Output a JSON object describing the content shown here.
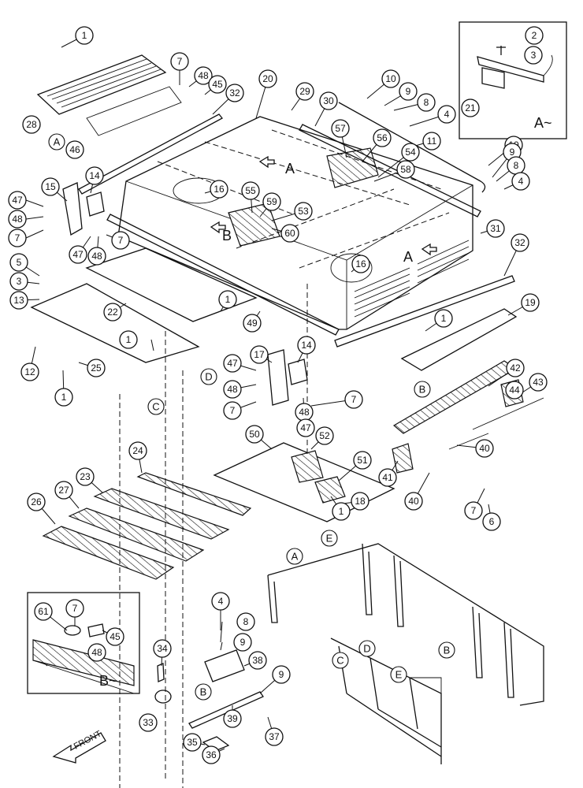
{
  "callouts": [
    {
      "id": "c1a",
      "label": "1"
    },
    {
      "id": "c7a",
      "label": "7"
    },
    {
      "id": "c48a",
      "label": "48"
    },
    {
      "id": "c45a",
      "label": "45"
    },
    {
      "id": "c32a",
      "label": "32"
    },
    {
      "id": "c28",
      "label": "28"
    },
    {
      "id": "c46",
      "label": "46"
    },
    {
      "id": "c20",
      "label": "20"
    },
    {
      "id": "c29",
      "label": "29"
    },
    {
      "id": "c30",
      "label": "30"
    },
    {
      "id": "c10a",
      "label": "10"
    },
    {
      "id": "c9a",
      "label": "9"
    },
    {
      "id": "c8a",
      "label": "8"
    },
    {
      "id": "c4a",
      "label": "4"
    },
    {
      "id": "c2",
      "label": "2"
    },
    {
      "id": "c3a",
      "label": "3"
    },
    {
      "id": "c21",
      "label": "21"
    },
    {
      "id": "c57",
      "label": "57"
    },
    {
      "id": "c56",
      "label": "56"
    },
    {
      "id": "c54",
      "label": "54"
    },
    {
      "id": "c58",
      "label": "58"
    },
    {
      "id": "c11",
      "label": "11"
    },
    {
      "id": "c10b",
      "label": "10"
    },
    {
      "id": "c9b",
      "label": "9"
    },
    {
      "id": "c8b",
      "label": "8"
    },
    {
      "id": "c4b",
      "label": "4"
    },
    {
      "id": "c14a",
      "label": "14"
    },
    {
      "id": "c15",
      "label": "15"
    },
    {
      "id": "c47a",
      "label": "47"
    },
    {
      "id": "c48b",
      "label": "48"
    },
    {
      "id": "c7b",
      "label": "7"
    },
    {
      "id": "c47b",
      "label": "47"
    },
    {
      "id": "c48c",
      "label": "48"
    },
    {
      "id": "c7c",
      "label": "7"
    },
    {
      "id": "c16a",
      "label": "16"
    },
    {
      "id": "c55",
      "label": "55"
    },
    {
      "id": "c59",
      "label": "59"
    },
    {
      "id": "c53",
      "label": "53"
    },
    {
      "id": "c60",
      "label": "60"
    },
    {
      "id": "c31",
      "label": "31"
    },
    {
      "id": "c32b",
      "label": "32"
    },
    {
      "id": "c5",
      "label": "5"
    },
    {
      "id": "c3b",
      "label": "3"
    },
    {
      "id": "c13",
      "label": "13"
    },
    {
      "id": "c22",
      "label": "22"
    },
    {
      "id": "c1b",
      "label": "1"
    },
    {
      "id": "c16b",
      "label": "16"
    },
    {
      "id": "c49",
      "label": "49"
    },
    {
      "id": "c19",
      "label": "19"
    },
    {
      "id": "c1c",
      "label": "1"
    },
    {
      "id": "c1d",
      "label": "1"
    },
    {
      "id": "c12",
      "label": "12"
    },
    {
      "id": "c25",
      "label": "25"
    },
    {
      "id": "c1e",
      "label": "1"
    },
    {
      "id": "c14b",
      "label": "14"
    },
    {
      "id": "c17",
      "label": "17"
    },
    {
      "id": "c47c",
      "label": "47"
    },
    {
      "id": "c48d",
      "label": "48"
    },
    {
      "id": "c7d",
      "label": "7"
    },
    {
      "id": "c7e",
      "label": "7"
    },
    {
      "id": "c48e",
      "label": "48"
    },
    {
      "id": "c47d",
      "label": "47"
    },
    {
      "id": "c42",
      "label": "42"
    },
    {
      "id": "c44",
      "label": "44"
    },
    {
      "id": "c43",
      "label": "43"
    },
    {
      "id": "c40a",
      "label": "40"
    },
    {
      "id": "c24",
      "label": "24"
    },
    {
      "id": "c50",
      "label": "50"
    },
    {
      "id": "c52",
      "label": "52"
    },
    {
      "id": "c51",
      "label": "51"
    },
    {
      "id": "c23",
      "label": "23"
    },
    {
      "id": "c27",
      "label": "27"
    },
    {
      "id": "c26",
      "label": "26"
    },
    {
      "id": "c41",
      "label": "41"
    },
    {
      "id": "c40b",
      "label": "40"
    },
    {
      "id": "c18",
      "label": "18"
    },
    {
      "id": "c1f",
      "label": "1"
    },
    {
      "id": "c7f",
      "label": "7"
    },
    {
      "id": "c6",
      "label": "6"
    },
    {
      "id": "c61",
      "label": "61"
    },
    {
      "id": "c7g",
      "label": "7"
    },
    {
      "id": "c45b",
      "label": "45"
    },
    {
      "id": "c48f",
      "label": "48"
    },
    {
      "id": "c4c",
      "label": "4"
    },
    {
      "id": "c8c",
      "label": "8"
    },
    {
      "id": "c9c",
      "label": "9"
    },
    {
      "id": "c38",
      "label": "38"
    },
    {
      "id": "c9d",
      "label": "9"
    },
    {
      "id": "c34",
      "label": "34"
    },
    {
      "id": "c33",
      "label": "33"
    },
    {
      "id": "c39",
      "label": "39"
    },
    {
      "id": "c35",
      "label": "35"
    },
    {
      "id": "c36",
      "label": "36"
    },
    {
      "id": "c37",
      "label": "37"
    }
  ],
  "reference_letters": [
    {
      "id": "rA1",
      "label": "A"
    },
    {
      "id": "rB1",
      "label": "B"
    },
    {
      "id": "rC1",
      "label": "C"
    },
    {
      "id": "rD1",
      "label": "D"
    },
    {
      "id": "rE1",
      "label": "E"
    },
    {
      "id": "rA2",
      "label": "A"
    },
    {
      "id": "rC2",
      "label": "C"
    },
    {
      "id": "rD2",
      "label": "D"
    },
    {
      "id": "rE2",
      "label": "E"
    },
    {
      "id": "rB2",
      "label": "B"
    },
    {
      "id": "rB3",
      "label": "B"
    }
  ],
  "view_labels": {
    "detail_a": "A~",
    "detail_b": "B~",
    "arrow_a_top": "A",
    "arrow_b": "B",
    "arrow_a_right": "A"
  },
  "front_indicator": "FRONT"
}
